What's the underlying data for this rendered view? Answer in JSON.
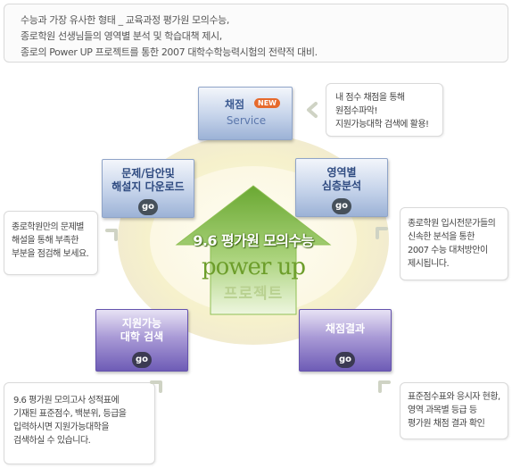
{
  "intro": {
    "line1": "수능과 가장 유사한 형태 _ 교육과정 평가원 모의수능,",
    "line2": "종로학원 선생님들의 영역별 분석 및 학습대책 제시,",
    "line3": "종로의 Power UP 프로젝트를 통한 2007 대학수학능력시험의 전략적 대비."
  },
  "center": {
    "title": "9.6 평가원 모의수능",
    "power": "power up",
    "project": "프로젝트"
  },
  "boxes": {
    "service": {
      "label": "채점",
      "label2": "Service",
      "badge": "NEW"
    },
    "download": {
      "line1": "문제/답안및",
      "line2": "해설지 다운로드",
      "go": "go"
    },
    "analysis": {
      "line1": "영역별",
      "line2": "심층분석",
      "go": "go"
    },
    "search": {
      "line1": "지원가능",
      "line2": "대학 검색",
      "go": "go"
    },
    "result": {
      "line1": "채점결과",
      "go": "go"
    }
  },
  "notes": {
    "score": [
      "내 점수 채점을 통해",
      "원점수파악!",
      "지원가능대학 검색에 활용!"
    ],
    "analysis": [
      "종로학원 입시전문가들의",
      "신속한 분석을 통한",
      "2007 수능 대처방안이",
      "제시됩니다."
    ],
    "download": [
      "종로학원만의 문제별",
      "해설을 통해 부족한",
      "부분을 점검해 보세요."
    ],
    "search": [
      "9.6 평가원 모의고사 성적표에",
      "기재된 표준점수, 백분위, 등급을",
      "입력하시면 지원가능대학을",
      "검색하실 수 있습니다."
    ],
    "result": [
      "표준점수표와 응시자 현황,",
      "영역 과목별 등급 등",
      "평가원 채점 결과 확인"
    ]
  },
  "colors": {
    "blue_box": "#c5d3ea",
    "purple_box": "#7d6bc0",
    "arrow_green": "#8fbf54",
    "new_badge": "#e66a2d"
  }
}
